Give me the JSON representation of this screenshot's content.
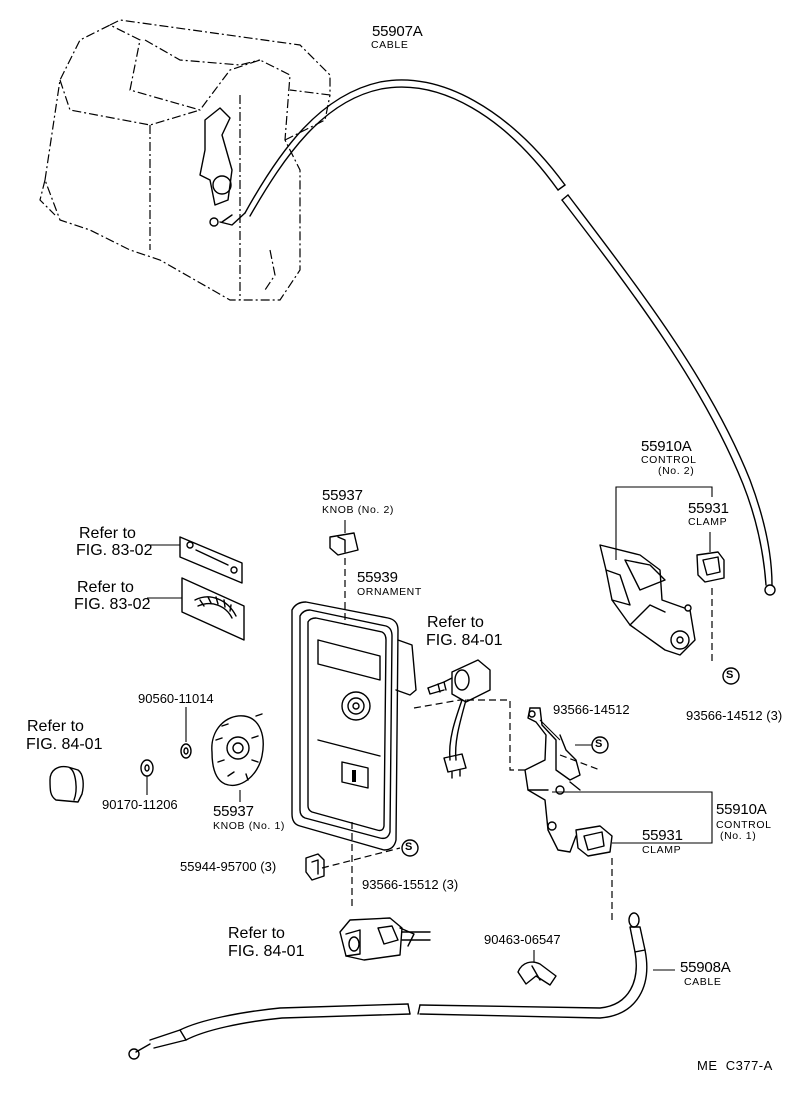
{
  "parts": {
    "cable_upper": {
      "number": "55907A",
      "name": "CABLE"
    },
    "control_no2": {
      "number": "55910A",
      "name": "CONTROL",
      "sub": "(No. 2)"
    },
    "clamp_upper": {
      "number": "55931",
      "name": "CLAMP"
    },
    "knob_no2": {
      "number": "55937",
      "name": "KNOB",
      "sub": "(No. 2)"
    },
    "ornament": {
      "number": "55939",
      "name": "ORNAMENT"
    },
    "screw_right": {
      "number": "93566-14512",
      "qty": "(3)"
    },
    "screw_mid": {
      "number": "93566-14512"
    },
    "control_no1": {
      "number": "55910A",
      "name": "CONTROL",
      "sub": "(No. 1)"
    },
    "clamp_lower": {
      "number": "55931",
      "name": "CLAMP"
    },
    "washer": {
      "number": "90560-11014"
    },
    "nut": {
      "number": "90170-11206"
    },
    "knob_no1": {
      "number": "55937",
      "name": "KNOB",
      "sub": "(No. 1)"
    },
    "clip_left": {
      "number": "55944-95700",
      "qty": "(3)"
    },
    "screw_lower": {
      "number": "93566-15512",
      "qty": "(3)"
    },
    "clip_lower": {
      "number": "90463-06547"
    },
    "cable_lower": {
      "number": "55908A",
      "name": "CABLE"
    }
  },
  "refs": {
    "fig8302_a": {
      "line1": "Refer to",
      "line2": "FIG. 83-02"
    },
    "fig8302_b": {
      "line1": "Refer to",
      "line2": "FIG. 83-02"
    },
    "fig8401_a": {
      "line1": "Refer to",
      "line2": "FIG. 84-01"
    },
    "fig8401_b": {
      "line1": "Refer to",
      "line2": "FIG. 84-01"
    },
    "fig8401_c": {
      "line1": "Refer to",
      "line2": "FIG. 84-01"
    }
  },
  "symbols": {
    "screw": "S"
  },
  "diagram_code": "ME  C377-A"
}
